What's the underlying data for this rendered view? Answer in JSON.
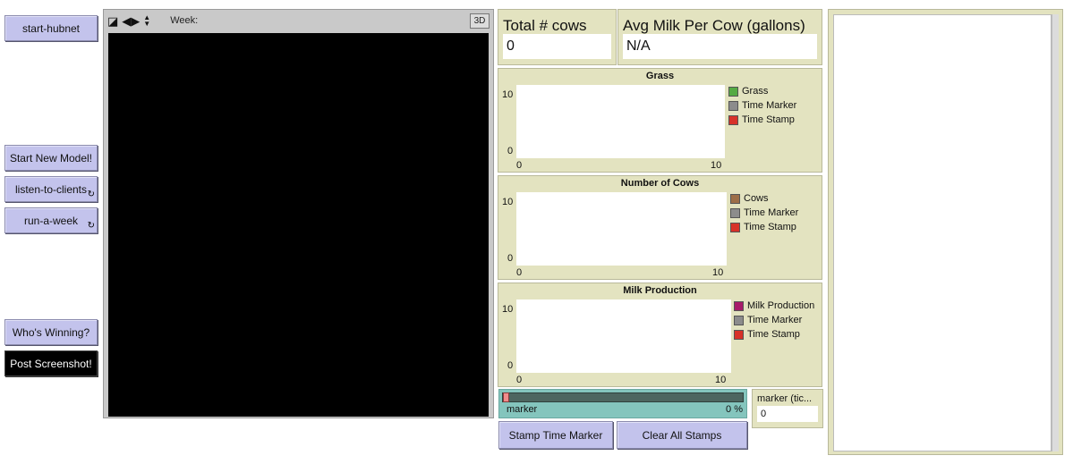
{
  "buttons": {
    "start_hubnet": "start-hubnet",
    "start_new_model": "Start New Model!",
    "listen_to_clients": "listen-to-clients",
    "run_a_week": "run-a-week",
    "whos_winning": "Who's Winning?",
    "post_screenshot": "Post Screenshot!",
    "stamp_time_marker": "Stamp Time Marker",
    "clear_all_stamps": "Clear All Stamps",
    "forever_icon": "forever-arrows-icon"
  },
  "view": {
    "week_label": "Week:",
    "button_3d": "3D",
    "background_color": "#000000"
  },
  "monitors": {
    "total_cows": {
      "label": "Total # cows",
      "value": "0"
    },
    "avg_milk": {
      "label": "Avg Milk Per Cow (gallons)",
      "value": "N/A"
    }
  },
  "plots": {
    "grass": {
      "title": "Grass",
      "y_max": "10",
      "y_min": "0",
      "x_min": "0",
      "x_max": "10",
      "legend": [
        {
          "name": "Grass",
          "color": "#55aa44"
        },
        {
          "name": "Time Marker",
          "color": "#8c8c8c"
        },
        {
          "name": "Time Stamp",
          "color": "#d73229"
        }
      ]
    },
    "cows": {
      "title": "Number of Cows",
      "y_max": "10",
      "y_min": "0",
      "x_min": "0",
      "x_max": "10",
      "legend": [
        {
          "name": "Cows",
          "color": "#9d6e48"
        },
        {
          "name": "Time Marker",
          "color": "#8c8c8c"
        },
        {
          "name": "Time Stamp",
          "color": "#d73229"
        }
      ]
    },
    "milk": {
      "title": "Milk Production",
      "y_max": "10",
      "y_min": "0",
      "x_min": "0",
      "x_max": "10",
      "legend": [
        {
          "name": "Milk Production",
          "color": "#a71b6a"
        },
        {
          "name": "Time Marker",
          "color": "#8c8c8c"
        },
        {
          "name": "Time Stamp",
          "color": "#d73229"
        }
      ]
    }
  },
  "slider": {
    "name": "marker",
    "value_text": "0 %",
    "fraction": 0
  },
  "input": {
    "label": "marker (tic...",
    "value": "0"
  },
  "colors": {
    "button": "#c3c3ec",
    "monitor": "#e3e3c0",
    "slider": "#84c5bd"
  }
}
